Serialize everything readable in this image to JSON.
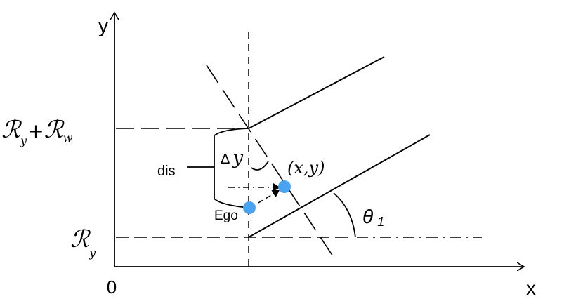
{
  "axes": {
    "x_label": "x",
    "y_label": "y",
    "origin_label": "0"
  },
  "labels": {
    "upper_ref": "ℛ",
    "upper_ref_sub1": "y",
    "upper_ref_plus": "+",
    "upper_ref_w": "ℛ",
    "upper_ref_sub2": "w",
    "lower_ref": "ℛ",
    "lower_ref_sub": "y",
    "dis": "dis",
    "delta": "Δ",
    "delta_y": "y",
    "point": "(x,y)",
    "ego": "Ego",
    "theta": "θ",
    "theta_sub": "1"
  },
  "colors": {
    "line": "#000000",
    "point": "#4aa3f0"
  }
}
